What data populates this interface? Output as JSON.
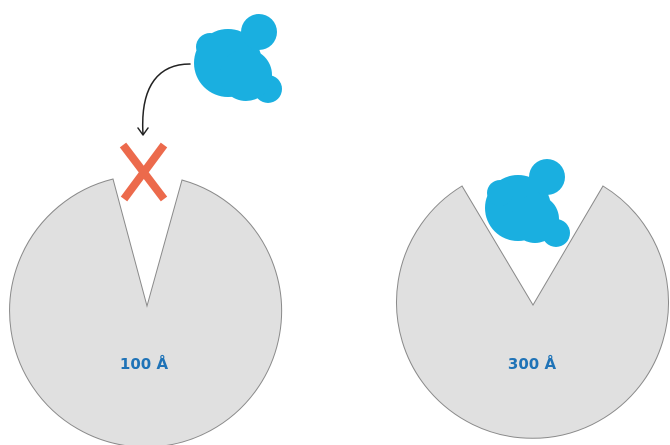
{
  "left_pore": {
    "label": "100 Å",
    "blocked": true,
    "fill_color": "#e0e0e0",
    "stroke_color": "#8a8a8a"
  },
  "right_pore": {
    "label": "300 Å",
    "blocked": false,
    "fill_color": "#e0e0e0",
    "stroke_color": "#8a8a8a"
  },
  "molecule": {
    "color": "#1aafe0"
  },
  "blocked_marker": {
    "icon": "x-mark",
    "color": "#ec6a4c"
  },
  "arrow": {
    "color": "#222222"
  }
}
